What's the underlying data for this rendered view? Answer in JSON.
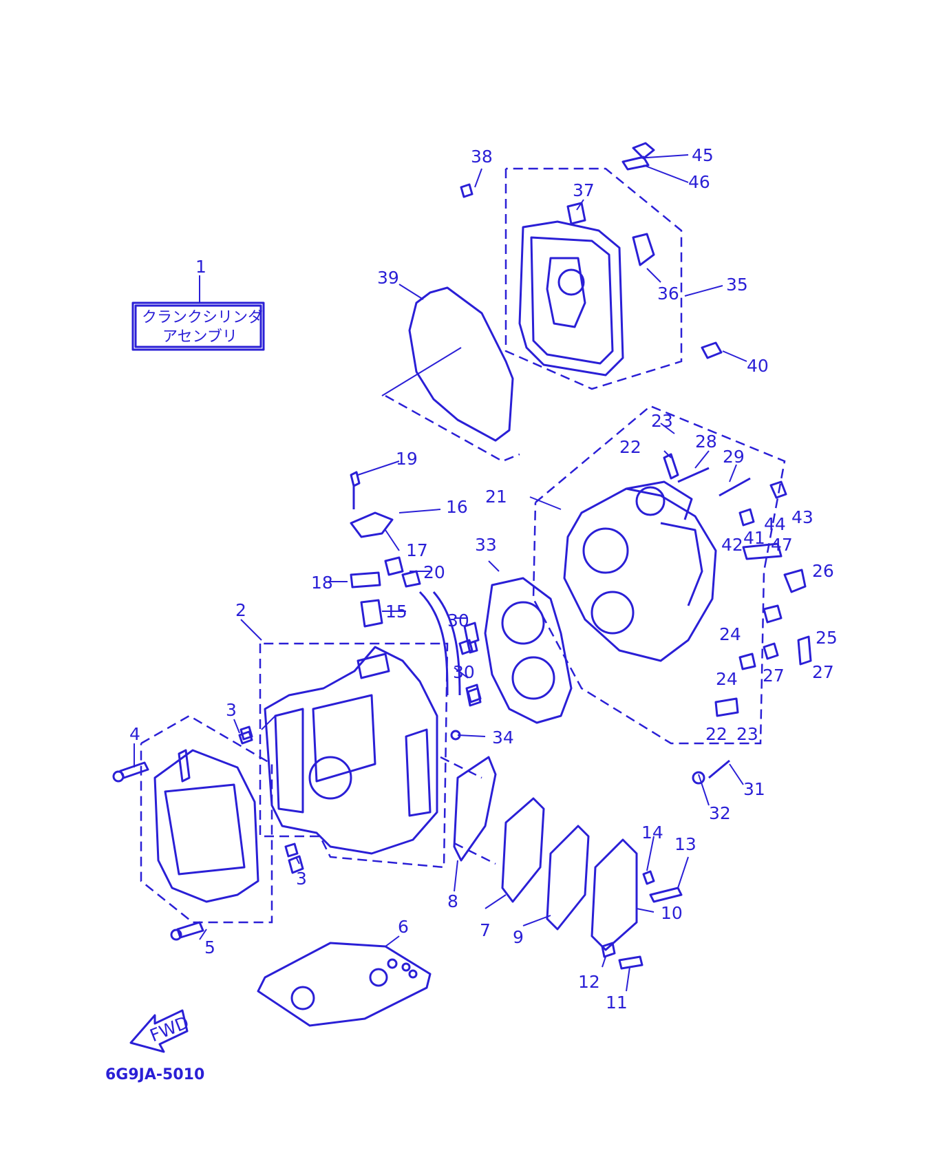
{
  "assembly_title": {
    "line1": "クランクシリンダ",
    "line2": "アセンブリ",
    "number": "1"
  },
  "fwd_label": "FWD",
  "drawing_code": "6G9JA-5010",
  "colors": {
    "ink": "#2a1fd6",
    "background": "#ffffff"
  },
  "part_labels": {
    "p2": "2",
    "p3a": "3",
    "p3b": "3",
    "p4": "4",
    "p5": "5",
    "p6": "6",
    "p7": "7",
    "p8": "8",
    "p9": "9",
    "p10": "10",
    "p11": "11",
    "p12": "12",
    "p13": "13",
    "p14": "14",
    "p15": "15",
    "p16": "16",
    "p17": "17",
    "p18": "18",
    "p19": "19",
    "p20": "20",
    "p21": "21",
    "p22a": "22",
    "p22b": "22",
    "p23a": "23",
    "p23b": "23",
    "p24a": "24",
    "p24b": "24",
    "p25": "25",
    "p26": "26",
    "p27a": "27",
    "p27b": "27",
    "p28": "28",
    "p29": "29",
    "p30a": "30",
    "p30b": "30",
    "p31": "31",
    "p32": "32",
    "p33": "33",
    "p34": "34",
    "p35": "35",
    "p36": "36",
    "p37": "37",
    "p38": "38",
    "p39": "39",
    "p40": "40",
    "p41": "41",
    "p42": "42",
    "p43": "43",
    "p44": "44",
    "p45": "45",
    "p46": "46",
    "p47": "47"
  }
}
